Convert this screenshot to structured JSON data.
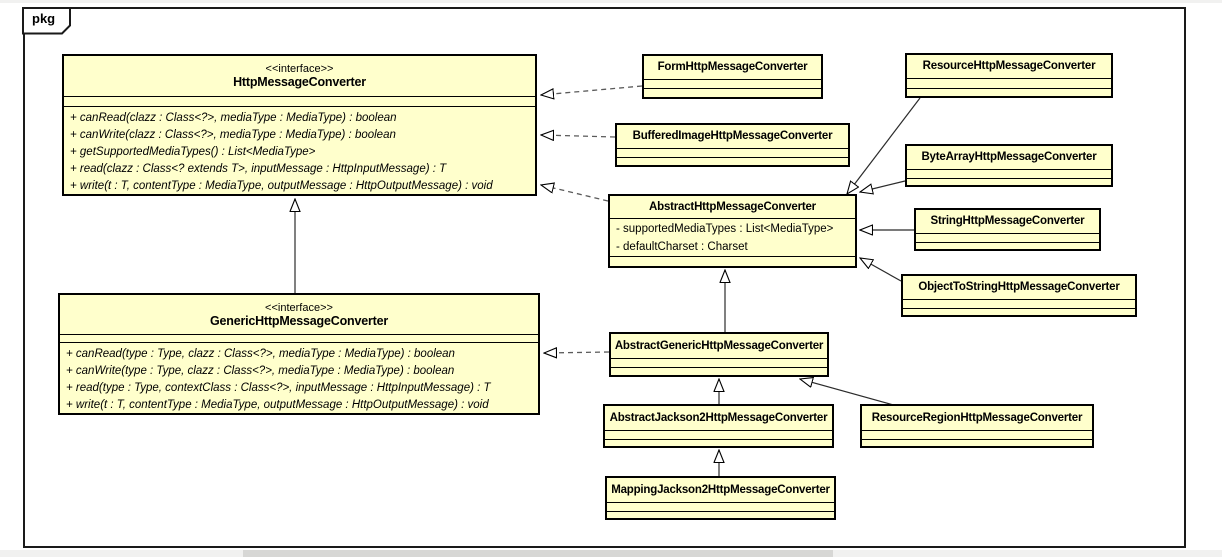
{
  "frame": {
    "tab_label": "pkg"
  },
  "colors": {
    "box_fill": "#FFFFCC",
    "box_border": "#000000",
    "canvas": "#FFFFFF",
    "scrollbar_track": "#F1F1F0",
    "scrollbar_thumb": "#D7D7D5"
  },
  "classes": {
    "hmc": {
      "stereotype": "<<interface>>",
      "name": "HttpMessageConverter",
      "methods": [
        "+ canRead(clazz : Class<?>, mediaType : MediaType) : boolean",
        "+ canWrite(clazz : Class<?>, mediaType : MediaType) : boolean",
        "+ getSupportedMediaTypes() : List<MediaType>",
        "+ read(clazz : Class<? extends T>, inputMessage : HttpInputMessage) : T",
        "+ write(t : T, contentType : MediaType, outputMessage : HttpOutputMessage) : void"
      ]
    },
    "ghmc": {
      "stereotype": "<<interface>>",
      "name": "GenericHttpMessageConverter",
      "methods": [
        "+ canRead(type : Type, clazz : Class<?>, mediaType : MediaType) : boolean",
        "+ canWrite(type : Type, clazz : Class<?>, mediaType : MediaType) : boolean",
        "+ read(type : Type, contextClass : Class<?>, inputMessage : HttpInputMessage) : T",
        "+ write(t : T, contentType : MediaType, outputMessage : HttpOutputMessage) : void"
      ]
    },
    "ahmc": {
      "name": "AbstractHttpMessageConverter",
      "attributes": [
        "- supportedMediaTypes : List<MediaType>",
        "- defaultCharset : Charset"
      ]
    },
    "form": {
      "name": "FormHttpMessageConverter"
    },
    "buffered": {
      "name": "BufferedImageHttpMessageConverter"
    },
    "resource": {
      "name": "ResourceHttpMessageConverter"
    },
    "bytearray": {
      "name": "ByteArrayHttpMessageConverter"
    },
    "string": {
      "name": "StringHttpMessageConverter"
    },
    "objtostring": {
      "name": "ObjectToStringHttpMessageConverter"
    },
    "absgeneric": {
      "name": "AbstractGenericHttpMessageConverter"
    },
    "absjackson2": {
      "name": "AbstractJackson2HttpMessageConverter"
    },
    "mapjackson2": {
      "name": "MappingJackson2HttpMessageConverter"
    },
    "resregion": {
      "name": "ResourceRegionHttpMessageConverter"
    }
  },
  "relationships": [
    {
      "from": "FormHttpMessageConverter",
      "to": "HttpMessageConverter",
      "type": "realization"
    },
    {
      "from": "BufferedImageHttpMessageConverter",
      "to": "HttpMessageConverter",
      "type": "realization"
    },
    {
      "from": "AbstractHttpMessageConverter",
      "to": "HttpMessageConverter",
      "type": "realization"
    },
    {
      "from": "GenericHttpMessageConverter",
      "to": "HttpMessageConverter",
      "type": "generalization"
    },
    {
      "from": "AbstractGenericHttpMessageConverter",
      "to": "GenericHttpMessageConverter",
      "type": "realization"
    },
    {
      "from": "ResourceHttpMessageConverter",
      "to": "AbstractHttpMessageConverter",
      "type": "generalization"
    },
    {
      "from": "ByteArrayHttpMessageConverter",
      "to": "AbstractHttpMessageConverter",
      "type": "generalization"
    },
    {
      "from": "StringHttpMessageConverter",
      "to": "AbstractHttpMessageConverter",
      "type": "generalization"
    },
    {
      "from": "ObjectToStringHttpMessageConverter",
      "to": "AbstractHttpMessageConverter",
      "type": "generalization"
    },
    {
      "from": "AbstractGenericHttpMessageConverter",
      "to": "AbstractHttpMessageConverter",
      "type": "generalization"
    },
    {
      "from": "AbstractJackson2HttpMessageConverter",
      "to": "AbstractGenericHttpMessageConverter",
      "type": "generalization"
    },
    {
      "from": "MappingJackson2HttpMessageConverter",
      "to": "AbstractJackson2HttpMessageConverter",
      "type": "generalization"
    },
    {
      "from": "ResourceRegionHttpMessageConverter",
      "to": "AbstractGenericHttpMessageConverter",
      "type": "generalization"
    }
  ]
}
